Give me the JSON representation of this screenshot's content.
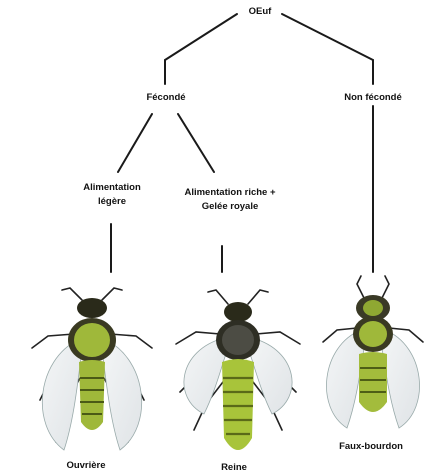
{
  "nodes": {
    "oeuf": "OEuf",
    "feconde": "Fécondé",
    "non_feconde": "Non fécondé",
    "alim_legere_1": "Alimentation",
    "alim_legere_2": "légère",
    "alim_riche_1": "Alimentation riche +",
    "alim_riche_2": "Gelée royale",
    "ouvriere": "Ouvrière",
    "reine": "Reine",
    "faux_bourdon": "Faux-bourdon"
  },
  "colors": {
    "line": "#1a1a1a",
    "bee_green": "#9fb83a",
    "bee_dark": "#2a2a1a",
    "wing": "#e8eaec"
  },
  "icons": [
    "worker-bee-illustration",
    "queen-bee-illustration",
    "drone-bee-illustration"
  ]
}
